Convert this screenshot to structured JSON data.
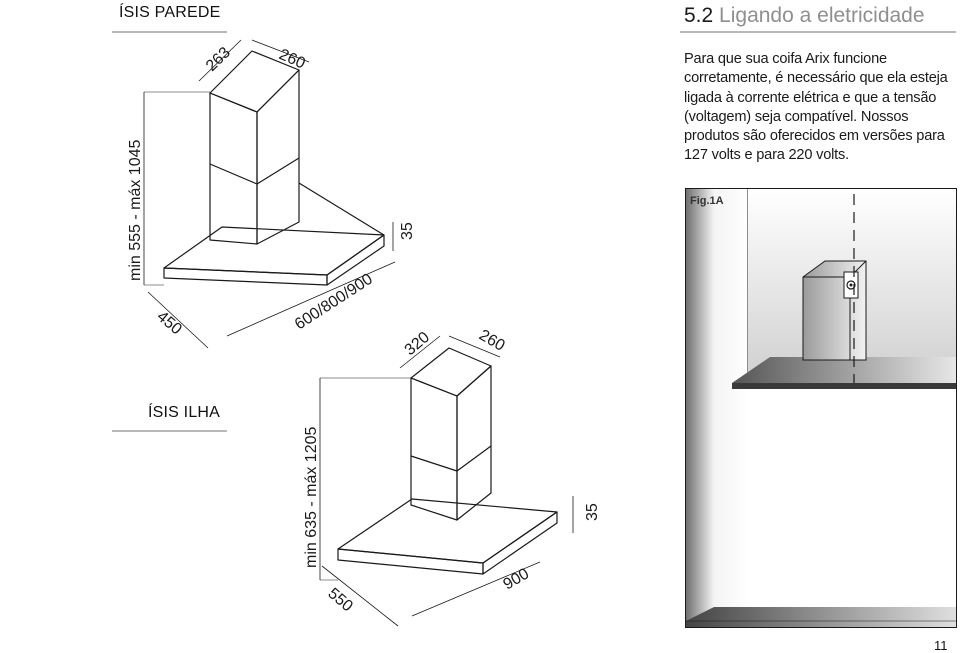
{
  "models": {
    "parede": {
      "title": "ÍSIS PAREDE",
      "dims": {
        "top_depth": "263",
        "top_width": "260",
        "height": "min 555 - máx 1045",
        "thickness": "35",
        "width": "600/800/900",
        "depth": "450"
      }
    },
    "ilha": {
      "title": "ÍSIS ILHA",
      "dims": {
        "top_depth": "320",
        "top_width": "260",
        "height": "min 635 - máx 1205",
        "thickness": "35",
        "width": "900",
        "depth": "550"
      }
    }
  },
  "section": {
    "number": "5.2",
    "title": "Ligando a eletricidade",
    "body": "Para que sua coifa Arix funcione corretamente, é necessário que ela esteja ligada à corrente elétrica e que a tensão (voltagem) seja compatível. Nossos produtos são oferecidos em versões para 127 volts e para 220 volts."
  },
  "figure": {
    "label": "Fig.1A"
  },
  "page_number": "11"
}
